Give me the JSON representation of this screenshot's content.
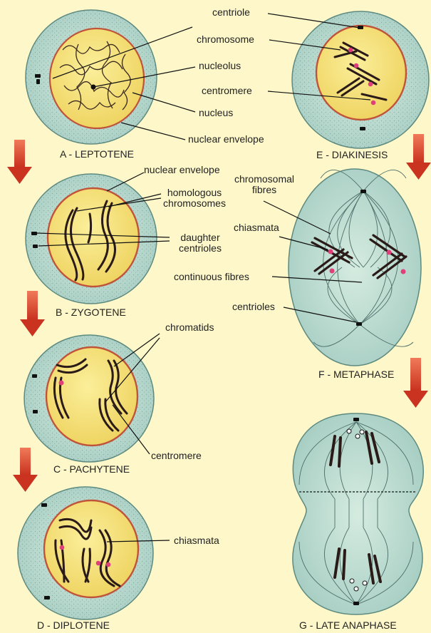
{
  "stages": {
    "a": "A - LEPTOTENE",
    "b": "B - ZYGOTENE",
    "c": "C - PACHYTENE",
    "d": "D - DIPLOTENE",
    "e": "E - DIAKINESIS",
    "f": "F - METAPHASE",
    "g": "G - LATE ANAPHASE"
  },
  "labels": {
    "centriole": "centriole",
    "chromosome": "chromosome",
    "nucleolus": "nucleolus",
    "centromere_top": "centromere",
    "nucleus": "nucleus",
    "nuclear_envelope_a": "nuclear envelope",
    "nuclear_envelope_b": "nuclear envelope",
    "homologous_line1": "homologous",
    "homologous_line2": "chromosomes",
    "daughter_line1": "daughter",
    "daughter_line2": "centrioles",
    "chromosomal_line1": "chromosomal",
    "chromosomal_line2": "fibres",
    "chiasmata_f": "chiasmata",
    "continuous_fibres": "continuous fibres",
    "centrioles_f": "centrioles",
    "chromatids": "chromatids",
    "centromere_c": "centromere",
    "chiasmata_d": "chiasmata"
  },
  "colors": {
    "background": "#fdf7c9",
    "cytoplasm": "#b9d9cf",
    "nucleus_fill": "#f6e27a",
    "nuclear_envelope": "#c0543a",
    "chromosome": "#2a1a18",
    "chiasma_dot": "#e0407a",
    "arrow": "#d9412c"
  }
}
